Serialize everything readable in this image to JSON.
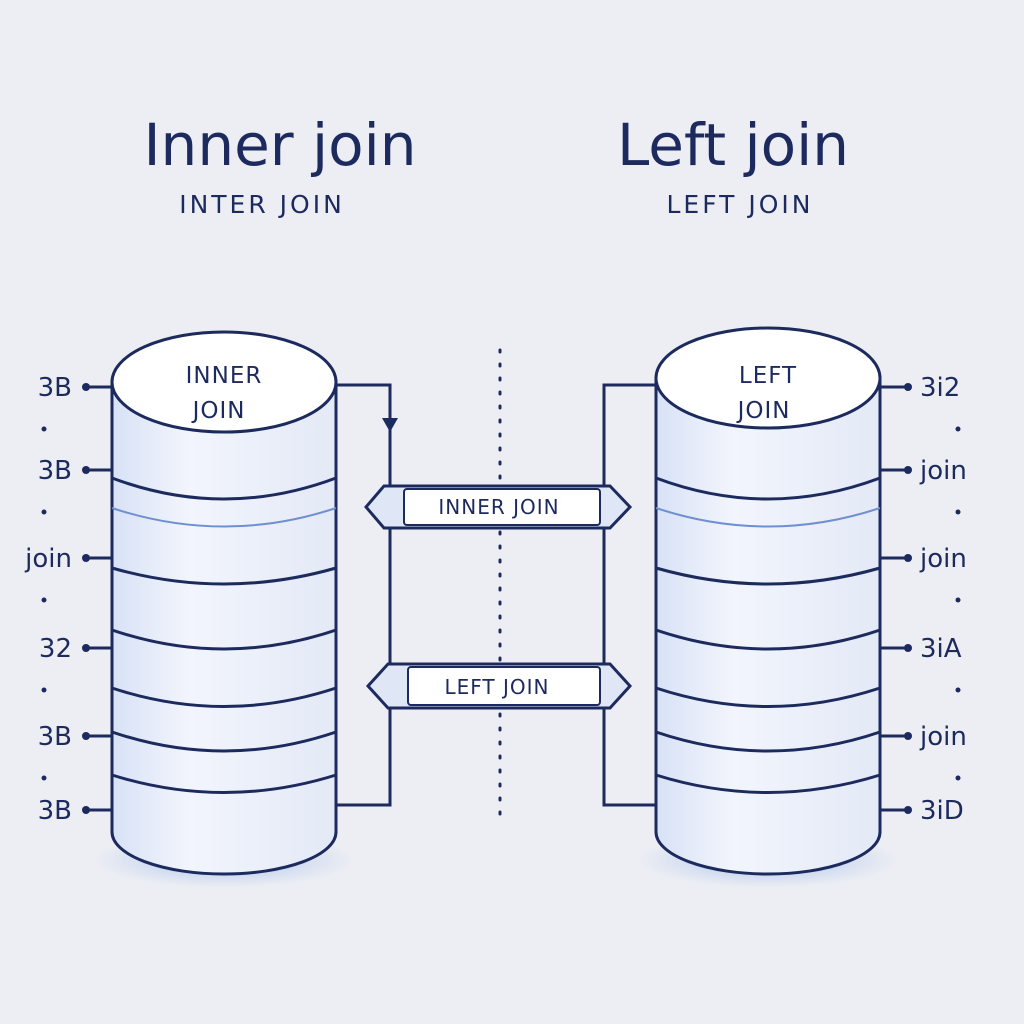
{
  "inner": {
    "title": "Inner join",
    "subtitle": "INTER JOIN",
    "cap_line1": "INNER",
    "cap_line2": "JOIN",
    "labels": [
      "3B",
      "3B",
      "join",
      "32",
      "3B",
      "3B"
    ]
  },
  "left": {
    "title": "Left join",
    "subtitle": "LEFT JOIN",
    "cap_line1": "LEFT",
    "cap_line2": "JOIN",
    "labels": [
      "3i2",
      "join",
      "join",
      "3iA",
      "join",
      "3iD"
    ]
  },
  "banners": {
    "inner": "INNER JOIN",
    "left": "LEFT JOIN"
  },
  "colors": {
    "stroke": "#1c2a5e",
    "accent_glow": "#8fb0ea",
    "background": "#eceef3"
  }
}
